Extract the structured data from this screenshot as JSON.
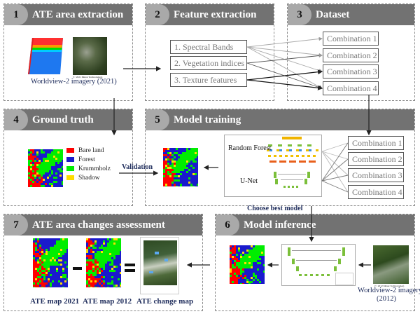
{
  "panels": [
    {
      "number": "1",
      "title": "ATE area extraction"
    },
    {
      "number": "2",
      "title": "Feature extraction"
    },
    {
      "number": "3",
      "title": "Dataset"
    },
    {
      "number": "4",
      "title": "Ground truth"
    },
    {
      "number": "5",
      "title": "Model training"
    },
    {
      "number": "6",
      "title": "Model inference"
    },
    {
      "number": "7",
      "title": "ATE area changes assessment"
    }
  ],
  "extraction": {
    "caption": "Worldview-2  imagery  (2021)",
    "copyright": "(© 2021 Maxar Technologies)"
  },
  "features": [
    "1. Spectral Bands",
    "2. Vegetation indices",
    "3. Texture features"
  ],
  "combinations": [
    "Combination 1",
    "Combination 2",
    "Combination 3",
    "Combination 4"
  ],
  "ground_truth": {
    "legend": [
      {
        "label": "Bare land",
        "color": "#ff0000"
      },
      {
        "label": "Forest",
        "color": "#1a1acc"
      },
      {
        "label": "Krummholz",
        "color": "#00ee00"
      },
      {
        "label": "Shadow",
        "color": "#ffdd00"
      }
    ]
  },
  "training": {
    "validation_label": "Validation",
    "models": [
      "Random  Forest",
      "U-Net"
    ],
    "choose_label": "Choose best model"
  },
  "inference": {
    "caption_line1": "Worldview-2  imagery",
    "caption_line2": "(2012)",
    "copyright": "(© 2012 Maxar Technologies)"
  },
  "changes": {
    "maps": [
      "ATE map 2021",
      "ATE map 2012",
      "ATE change map"
    ],
    "minus": "−",
    "equals": "="
  }
}
